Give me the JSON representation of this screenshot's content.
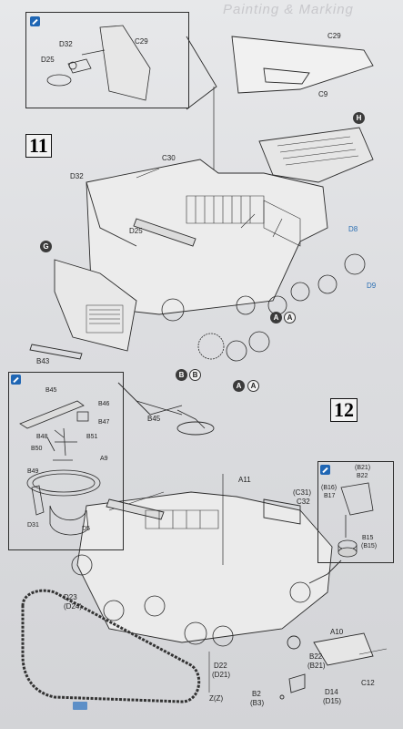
{
  "header": {
    "ghost_text": "Painting & Marking"
  },
  "steps": {
    "step11": "11",
    "step12": "12"
  },
  "inset_top": {
    "labels": {
      "d32": "D32",
      "c29": "C29",
      "d25": "D25"
    }
  },
  "step11_labels": {
    "c29": "C29",
    "c9": "C9",
    "c30": "C30",
    "d32": "D32",
    "d25": "D25",
    "d8": "D8",
    "d9": "D9",
    "b43": "B43",
    "marker_h": "H",
    "marker_g": "G",
    "marker_a1": "A",
    "marker_a2": "A",
    "marker_a3": "A",
    "marker_a4": "A",
    "marker_b1": "B",
    "marker_b2": "B"
  },
  "inset_mg": {
    "labels": {
      "b45": "B45",
      "b46": "B46",
      "b47": "B47",
      "b48": "B48",
      "b51": "B51",
      "b50": "B50",
      "a9": "A9",
      "b49": "B49",
      "d31": "D31",
      "d5": "D5"
    }
  },
  "step12_labels": {
    "b45": "B45",
    "a11": "A11",
    "c31": "(C31)",
    "c32": "C32",
    "d23": "D23",
    "d24": "(D24)",
    "d22": "D22",
    "d21": "(D21)",
    "zz": "Z(Z)",
    "b2": "B2",
    "b3": "(B3)",
    "d14": "D14",
    "d15": "(D15)",
    "b22": "B22",
    "b21": "(B21)",
    "c12": "C12",
    "a10": "A10"
  },
  "inset_right": {
    "labels": {
      "b21": "(B21)",
      "b22": "B22",
      "b16": "(B16)",
      "b17": "B17",
      "b15": "B15",
      "b15p": "(B15)"
    }
  },
  "footer": {
    "page_tag": ""
  }
}
